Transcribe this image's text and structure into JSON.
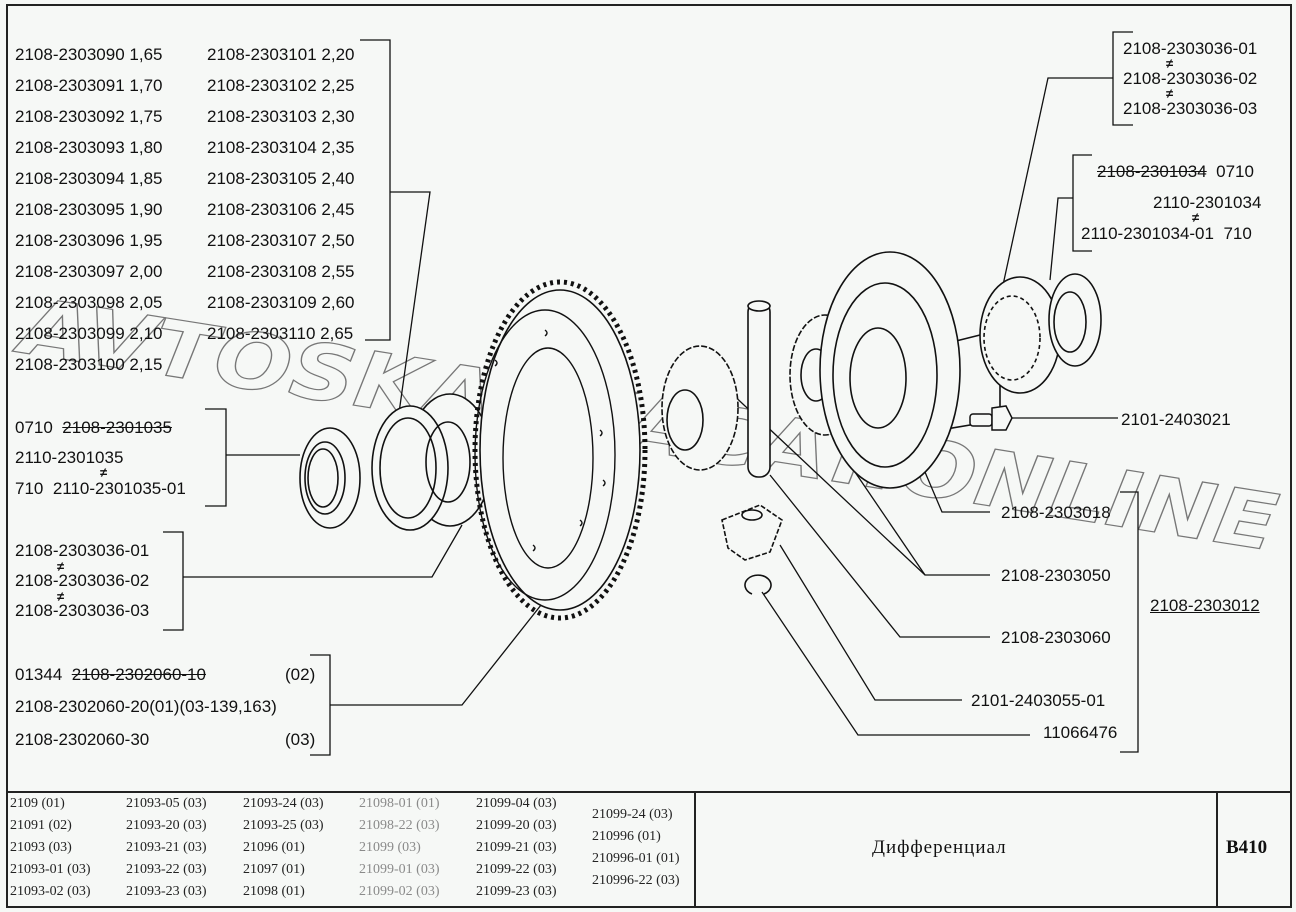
{
  "diagram": {
    "shim_table": {
      "left_column": [
        {
          "part": "2108-2303090",
          "size": "1,65"
        },
        {
          "part": "2108-2303091",
          "size": "1,70"
        },
        {
          "part": "2108-2303092",
          "size": "1,75"
        },
        {
          "part": "2108-2303093",
          "size": "1,80"
        },
        {
          "part": "2108-2303094",
          "size": "1,85"
        },
        {
          "part": "2108-2303095",
          "size": "1,90"
        },
        {
          "part": "2108-2303096",
          "size": "1,95"
        },
        {
          "part": "2108-2303097",
          "size": "2,00"
        },
        {
          "part": "2108-2303098",
          "size": "2,05"
        },
        {
          "part": "2108-2303099",
          "size": "2,10"
        },
        {
          "part": "2108-2303100",
          "size": "2,15"
        }
      ],
      "right_column": [
        {
          "part": "2108-2303101",
          "size": "2,20"
        },
        {
          "part": "2108-2303102",
          "size": "2,25"
        },
        {
          "part": "2108-2303103",
          "size": "2,30"
        },
        {
          "part": "2108-2303104",
          "size": "2,35"
        },
        {
          "part": "2108-2303105",
          "size": "2,40"
        },
        {
          "part": "2108-2303106",
          "size": "2,45"
        },
        {
          "part": "2108-2303107",
          "size": "2,50"
        },
        {
          "part": "2108-2303108",
          "size": "2,55"
        },
        {
          "part": "2108-2303109",
          "size": "2,60"
        },
        {
          "part": "2108-2303110",
          "size": "2,65"
        }
      ]
    },
    "seal_left": {
      "line1_prefix": "0710",
      "line1_struck": "2108-2301035",
      "line2": "2110-2301035",
      "line3_prefix": "710",
      "line3": "2110-2301035-01",
      "neq": "≠"
    },
    "bearing_left": {
      "lines": [
        "2108-2303036-01",
        "2108-2303036-02",
        "2108-2303036-03"
      ],
      "neq": "≠"
    },
    "driven_gear": {
      "line1_prefix": "01344",
      "line1_struck": "2108-2302060-10",
      "line1_suffix": "(02)",
      "line2": "2108-2302060-20(01)(03-139,163)",
      "line3": "2108-2302060-30",
      "line3_suffix": "(03)"
    },
    "bearing_right": {
      "lines": [
        "2108-2303036-01",
        "2108-2303036-02",
        "2108-2303036-03"
      ],
      "neq": "≠"
    },
    "seal_right": {
      "line1_struck": "2108-2301034",
      "line1_suffix": "0710",
      "line2": "2110-2301034",
      "line3": "2110-2301034-01",
      "line3_suffix": "710",
      "neq": "≠"
    },
    "callouts": {
      "bolt": "2101-2403021",
      "housing": "2108-2303018",
      "pinion_gears": "2108-2303050",
      "axle": "2108-2303060",
      "side_gear": "2101-2403055-01",
      "circlip": "11066476",
      "assembly": "2108-2303012"
    },
    "watermark": "AVTOSKAZKACAT.ONLINE"
  },
  "footer": {
    "models": [
      [
        "2109 (01)",
        "21091 (02)",
        "21093 (03)",
        "21093-01 (03)",
        "21093-02 (03)"
      ],
      [
        "21093-05 (03)",
        "21093-20 (03)",
        "21093-21 (03)",
        "21093-22 (03)",
        "21093-23 (03)"
      ],
      [
        "21093-24 (03)",
        "21093-25 (03)",
        "21096 (01)",
        "21097 (01)",
        "21098 (01)"
      ],
      [
        "21098-01 (01)",
        "21098-22 (03)",
        "21099 (03)",
        "21099-01 (03)",
        "21099-02 (03)"
      ],
      [
        "21099-04 (03)",
        "21099-20 (03)",
        "21099-21 (03)",
        "21099-22 (03)",
        "21099-23 (03)"
      ],
      [
        "21099-24 (03)",
        "210996 (01)",
        "210996-01 (01)",
        "210996-22 (03)"
      ]
    ],
    "title": "Дифференциал",
    "code": "B410"
  }
}
